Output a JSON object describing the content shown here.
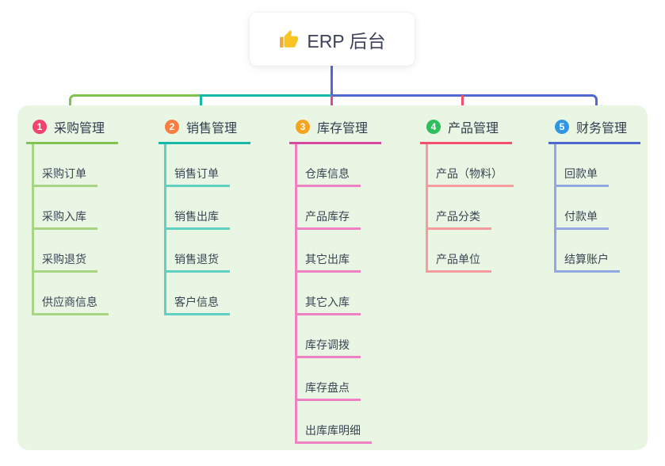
{
  "root": {
    "label": "ERP 后台",
    "icon": "thumbs-up"
  },
  "panel_color": "#e9f6e4",
  "connectors": {
    "root_line_color": "#5069cf"
  },
  "text_colors": {
    "header": "#333c4e",
    "child": "#3a4454",
    "root": "#3c4257"
  },
  "branches": [
    {
      "index": "1",
      "label": "采购管理",
      "badge_color": "#f4436c",
      "line_color": "#82c250",
      "child_line_color": "#a8d584",
      "children": [
        "采购订单",
        "采购入库",
        "采购退货",
        "供应商信息"
      ]
    },
    {
      "index": "2",
      "label": "销售管理",
      "badge_color": "#f87d3e",
      "line_color": "#16b8a7",
      "child_line_color": "#5fd0c2",
      "children": [
        "销售订单",
        "销售出库",
        "销售退货",
        "客户信息"
      ]
    },
    {
      "index": "3",
      "label": "库存管理",
      "badge_color": "#f6a41f",
      "line_color": "#d84aa1",
      "child_line_color": "#ef80c1",
      "children": [
        "仓库信息",
        "产品库存",
        "其它出库",
        "其它入库",
        "库存调拨",
        "库存盘点",
        "出库库明细"
      ]
    },
    {
      "index": "4",
      "label": "产品管理",
      "badge_color": "#2fbe5d",
      "line_color": "#f4506b",
      "child_line_color": "#f59b9e",
      "children": [
        "产品（物料）",
        "产品分类",
        "产品单位"
      ]
    },
    {
      "index": "5",
      "label": "财务管理",
      "badge_color": "#3095e3",
      "line_color": "#4f68d0",
      "child_line_color": "#92a8e2",
      "children": [
        "回款单",
        "付款单",
        "结算账户"
      ]
    }
  ]
}
